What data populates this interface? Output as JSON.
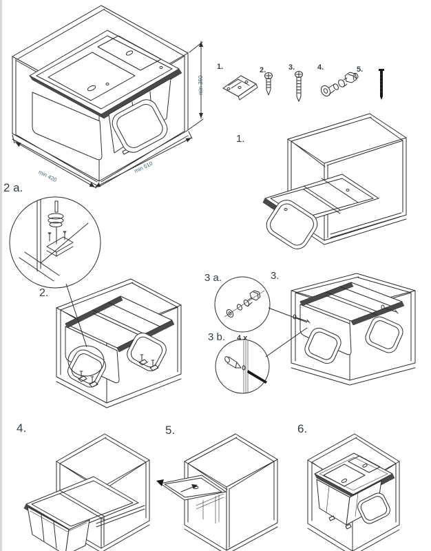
{
  "sheet": {
    "background": "#ffffff",
    "edge_strip_color": "#d8d8d8"
  },
  "colors": {
    "line": "#2b2b2b",
    "label_text": "#333e46",
    "dimension_text": "#3f6673",
    "dark_rail_fill": "#4a4a4a",
    "black_part_fill": "#161616"
  },
  "parts": [
    {
      "label": "1.",
      "icon": "bracket-icon"
    },
    {
      "label": "2.",
      "icon": "screw-short-icon"
    },
    {
      "label": "3.",
      "icon": "screw-long-icon"
    },
    {
      "label": "4.",
      "icon": "connector-bolt-icon"
    },
    {
      "label": "5.",
      "icon": "euro-screw-icon"
    }
  ],
  "steps": [
    {
      "label": "1."
    },
    {
      "label": "2."
    },
    {
      "label": "3."
    },
    {
      "label": "4."
    },
    {
      "label": "5."
    },
    {
      "label": "6."
    }
  ],
  "details": {
    "d2a": {
      "label": "2 a."
    },
    "d3a": {
      "label": "3 a."
    },
    "d3b": {
      "label": "3 b.",
      "quantity": "4 x"
    }
  },
  "dimensions": {
    "width": "min 420",
    "depth": "min 510",
    "height": "min 360"
  }
}
